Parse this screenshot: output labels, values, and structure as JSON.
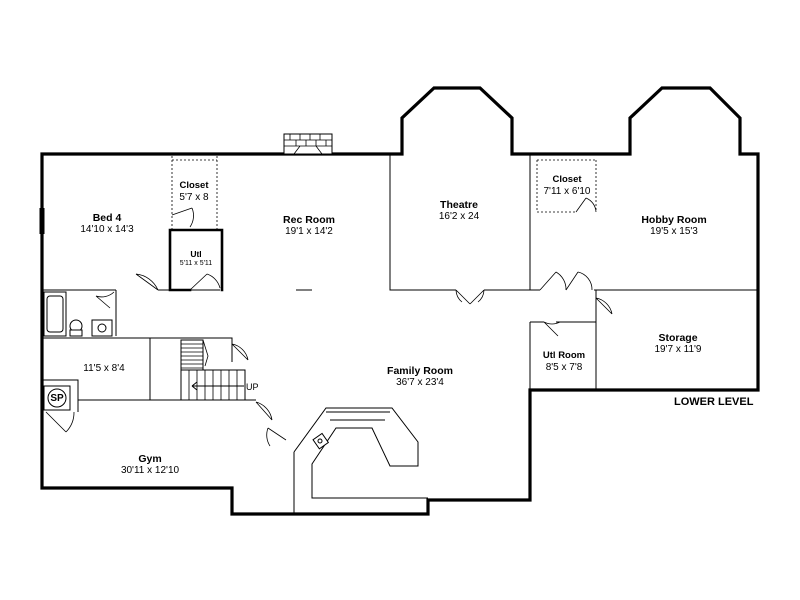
{
  "level_label": "LOWER LEVEL",
  "stair_label": "UP",
  "sump_pump_label": "SP",
  "rooms": [
    {
      "key": "bed4",
      "name": "Bed 4",
      "size": "14'10 x 14'3"
    },
    {
      "key": "closet1",
      "name": "Closet",
      "size": "5'7 x 8"
    },
    {
      "key": "utl",
      "name": "Utl",
      "size": "5'11 x 5'11"
    },
    {
      "key": "rec",
      "name": "Rec Room",
      "size": "19'1 x 14'2"
    },
    {
      "key": "theatre",
      "name": "Theatre",
      "size": "16'2 x 24"
    },
    {
      "key": "closet2",
      "name": "Closet",
      "size": "7'11 x 6'10"
    },
    {
      "key": "hobby",
      "name": "Hobby Room",
      "size": "19'5 x 15'3"
    },
    {
      "key": "storage",
      "name": "Storage",
      "size": "19'7 x 11'9"
    },
    {
      "key": "utlroom",
      "name": "Utl Room",
      "size": "8'5 x 7'8"
    },
    {
      "key": "family",
      "name": "Family Room",
      "size": "36'7 x 23'4"
    },
    {
      "key": "bath",
      "name": "",
      "size": "11'5 x 8'4"
    },
    {
      "key": "gym",
      "name": "Gym",
      "size": "30'11 x 12'10"
    }
  ]
}
